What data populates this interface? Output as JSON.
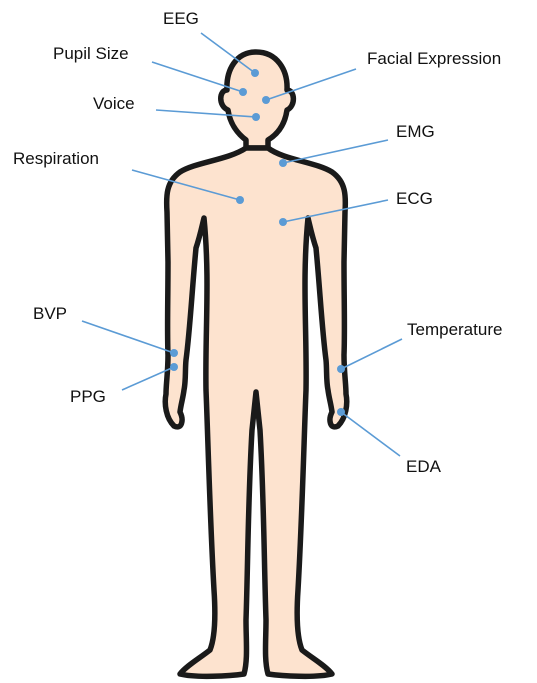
{
  "colors": {
    "skin": "#fde3cf",
    "outline": "#1a1a1a",
    "leader": "#5b9bd5",
    "text": "#111111"
  },
  "sensors": [
    {
      "id": "eeg",
      "label": "EEG"
    },
    {
      "id": "pupil-size",
      "label": "Pupil Size"
    },
    {
      "id": "facial-expression",
      "label": "Facial Expression"
    },
    {
      "id": "voice",
      "label": "Voice"
    },
    {
      "id": "emg",
      "label": "EMG"
    },
    {
      "id": "respiration",
      "label": "Respiration"
    },
    {
      "id": "ecg",
      "label": "ECG"
    },
    {
      "id": "bvp",
      "label": "BVP"
    },
    {
      "id": "ppg",
      "label": "PPG"
    },
    {
      "id": "temperature",
      "label": "Temperature"
    },
    {
      "id": "eda",
      "label": "EDA"
    }
  ]
}
